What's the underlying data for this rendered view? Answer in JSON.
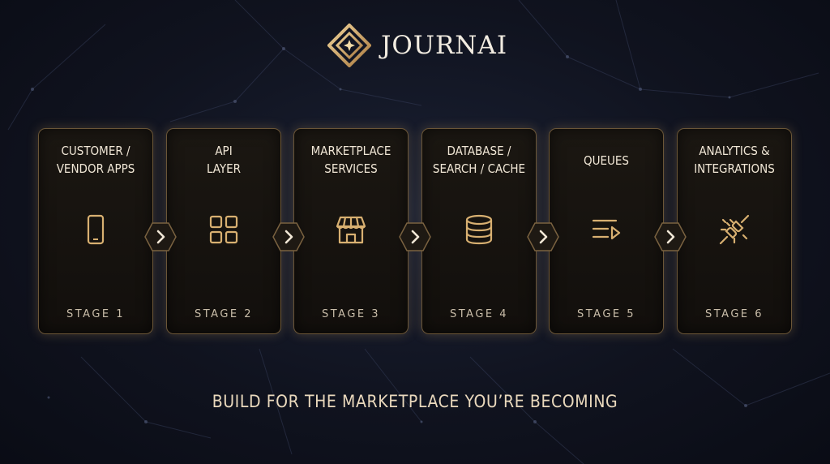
{
  "brand": {
    "name": "JOURNAI",
    "icon": "diamond-star-icon"
  },
  "colors": {
    "background": "#10131f",
    "gold": "#d8b071",
    "card_border": "#6b5637",
    "text": "#f1e7d6"
  },
  "stages": [
    {
      "title_lines": [
        "CUSTOMER /",
        "VENDOR APPS"
      ],
      "label": "STAGE 1",
      "icon": "smartphone-icon"
    },
    {
      "title_lines": [
        "API",
        "LAYER"
      ],
      "label": "STAGE 2",
      "icon": "grid-icon"
    },
    {
      "title_lines": [
        "MARKETPLACE",
        "SERVICES"
      ],
      "label": "STAGE 3",
      "icon": "storefront-icon"
    },
    {
      "title_lines": [
        "DATABASE /",
        "SEARCH / CACHE"
      ],
      "label": "STAGE 4",
      "icon": "database-icon"
    },
    {
      "title_lines": [
        "QUEUES"
      ],
      "label": "STAGE 5",
      "icon": "queue-icon"
    },
    {
      "title_lines": [
        "ANALYTICS &",
        "INTEGRATIONS"
      ],
      "label": "STAGE 6",
      "icon": "plug-connect-icon"
    }
  ],
  "connector_icon": "chevron-right-icon",
  "tagline": "BUILD FOR THE MARKETPLACE YOU’RE BECOMING"
}
